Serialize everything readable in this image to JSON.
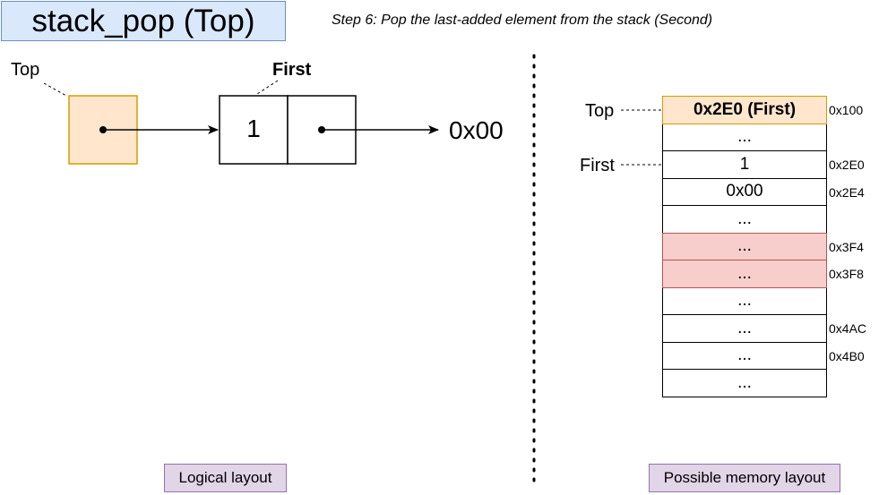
{
  "title": "stack_pop (Top)",
  "step_caption": "Step 6: Pop the last-added element from the stack (Second)",
  "logical": {
    "top_label": "Top",
    "node_label": "First",
    "node_value": "1",
    "null_text": "0x00",
    "caption": "Logical layout"
  },
  "memory": {
    "caption": "Possible memory layout",
    "top_label": "Top",
    "first_label": "First",
    "cells": [
      {
        "text": "0x2E0 (First)",
        "addr": "0x100",
        "style": "top"
      },
      {
        "text": "...",
        "addr": "",
        "style": "plain"
      },
      {
        "text": "1",
        "addr": "0x2E0",
        "style": "plain"
      },
      {
        "text": "0x00",
        "addr": "0x2E4",
        "style": "plain"
      },
      {
        "text": "...",
        "addr": "",
        "style": "plain"
      },
      {
        "text": "...",
        "addr": "0x3F4",
        "style": "freed"
      },
      {
        "text": "...",
        "addr": "0x3F8",
        "style": "freed"
      },
      {
        "text": "...",
        "addr": "",
        "style": "plain"
      },
      {
        "text": "...",
        "addr": "0x4AC",
        "style": "plain"
      },
      {
        "text": "...",
        "addr": "0x4B0",
        "style": "plain"
      },
      {
        "text": "...",
        "addr": "",
        "style": "plain"
      }
    ]
  },
  "colors": {
    "title_fill": "#dae8fc",
    "top_fill": "#ffe6cc",
    "top_stroke": "#d79b00",
    "freed_fill": "#f8cecc",
    "freed_stroke": "#b85450",
    "legend_fill": "#e1d5e7"
  }
}
